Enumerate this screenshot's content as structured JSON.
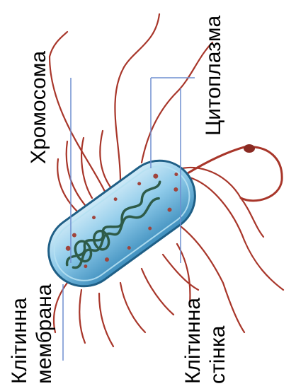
{
  "labels": {
    "chromosome": "Хромосома",
    "cytoplasm": "Цитоплазма",
    "cell_membrane_line1": "Клітинна",
    "cell_membrane_line2": "мембрана",
    "cell_wall_line1": "Клітинна",
    "cell_wall_line2": "стінка"
  },
  "colors": {
    "flagella": "#a8362a",
    "cell_body": "#6fb8dd",
    "cell_edge": "#1f5f86",
    "dna": "#2e5b48",
    "leader_line": "#6f8fd0",
    "ribosome": "#a0443c"
  }
}
